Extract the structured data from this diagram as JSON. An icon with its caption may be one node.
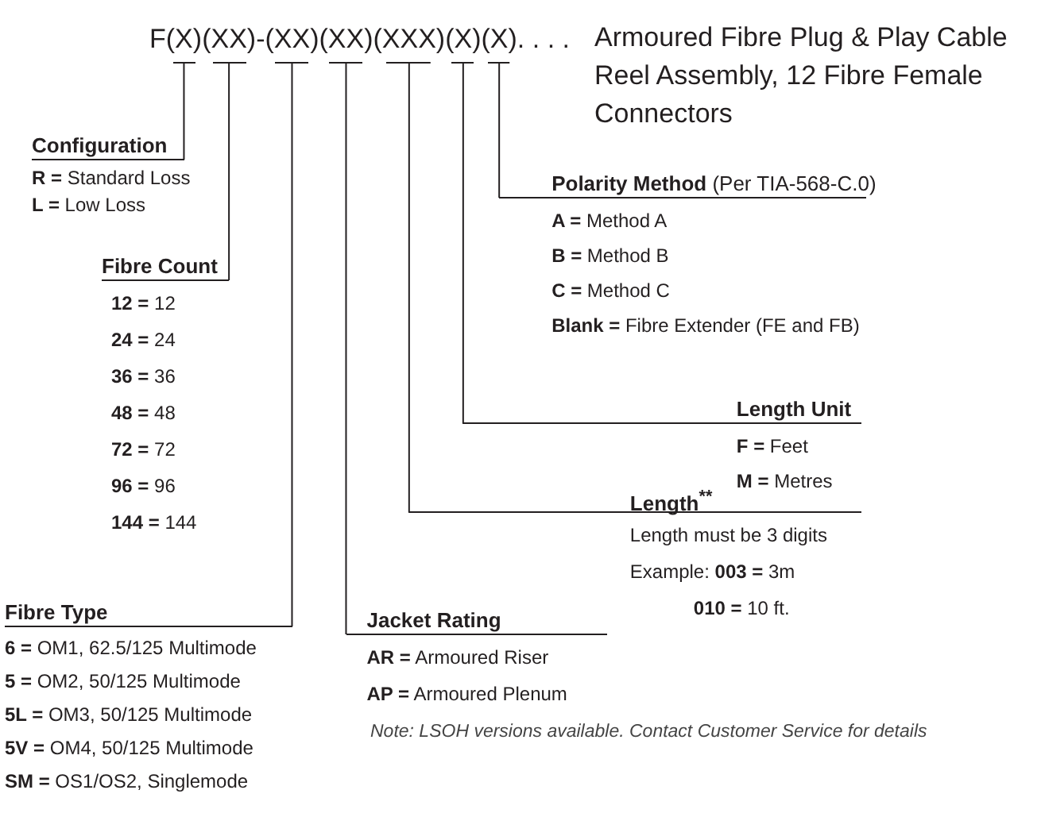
{
  "diagram": {
    "title": "Armoured Fibre Plug & Play Cable Reel Assembly, 12 Fibre Female Connectors",
    "nodes": [
      {
        "text": [
          "(X)"
        ]
      },
      {
        "text": [
          "(XX)"
        ]
      },
      {
        "text": [
          "(XX)"
        ]
      },
      {
        "text": [
          "(XX)"
        ]
      },
      {
        "text": [
          "(XXX)"
        ]
      },
      {
        "text": [
          "(X)"
        ]
      },
      {
        "text": [
          "(X)"
        ]
      },
      {
        "text": [
          "Configuration",
          "**R =** Standard Loss",
          "**L =** Low Loss"
        ]
      },
      {
        "text": [
          "Fibre Count",
          "**12 =** 12",
          "**24 =** 24",
          "**36 =** 36",
          "**48 =** 48",
          "**72 =** 72",
          "**96 =** 96",
          "**144 =** 144"
        ]
      },
      {
        "text": [
          "Fibre Type",
          "**6 =** OM1, 62.5/125 Multimode",
          "**5 =** OM2, 50/125 Multimode",
          "**5L =** OM3, 50/125 Multimode",
          "**5V =** OM4, 50/125 Multimode",
          "**SM =** OS1/OS2, Singlemode"
        ]
      },
      {
        "text": [
          "Jacket Rating",
          "**AR =** Armoured Riser",
          "**AP =** Armoured Plenum"
        ]
      },
      {
        "text": [
          "Length$^{**}$",
          "Length must be 3 digits",
          "Example: **003 =** 3m",
          "**010 =** 10 ft."
        ]
      },
      {
        "text": [
          "Length Unit",
          "**F =** Feet",
          "**M =** Metres"
        ]
      },
      {
        "text": [
          "**Polarity Method** (Per TIA-568-C.0)",
          "**A =** Method A",
          "**B =** Method B",
          "**C =** Method C",
          "**Blank =** Fibre Extender (FE and FB)"
        ]
      }
    ],
    "edges": [
      {
        "from": 0,
        "to": 7,
        "arrow": "none"
      },
      {
        "from": 1,
        "to": 8,
        "arrow": "none"
      },
      {
        "from": 2,
        "to": 9,
        "arrow": "none"
      },
      {
        "from": 3,
        "to": 10,
        "arrow": "none"
      },
      {
        "from": 4,
        "to": 11,
        "arrow": "none"
      },
      {
        "from": 5,
        "to": 12,
        "arrow": "none"
      },
      {
        "from": 6,
        "to": 13,
        "arrow": "none"
      }
    ],
    "labels": [
      "F",
      "-",
      ". . . .",
      "Note: LSOH versions available. Contact Customer Service for details"
    ]
  }
}
